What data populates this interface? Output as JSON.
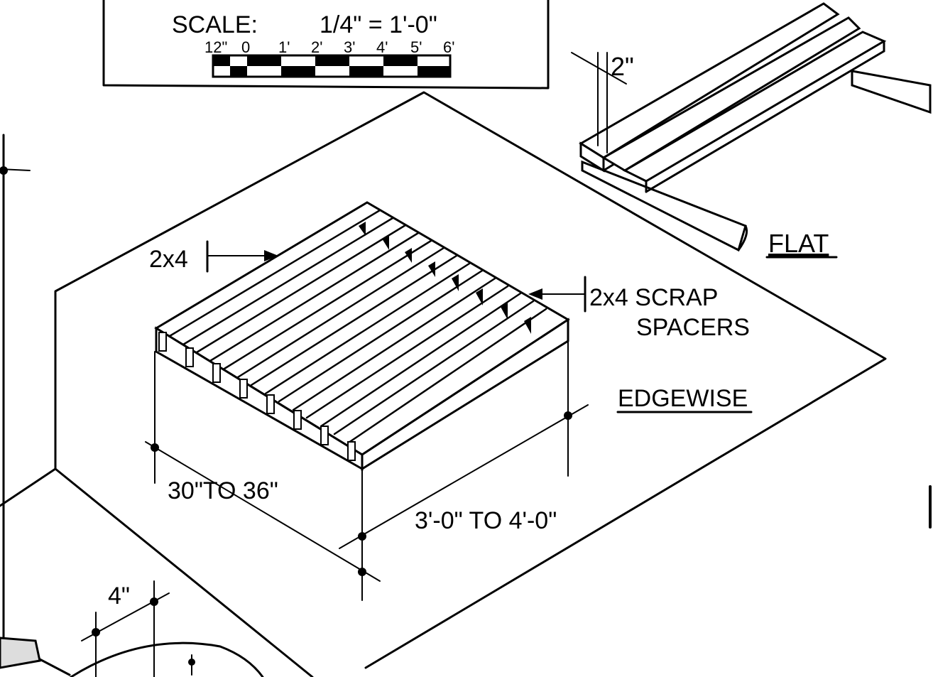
{
  "scale_box": {
    "title": "SCALE:",
    "ratio": "1/4\" = 1'-0\"",
    "ticks": [
      "12\"",
      "0",
      "1'",
      "2'",
      "3'",
      "4'",
      "5'",
      "6'"
    ]
  },
  "flat_detail": {
    "label": "FLAT",
    "dimension": "2\""
  },
  "edgewise_detail": {
    "label": "EDGEWISE",
    "member_label": "2x4",
    "spacer_label_line1": "2x4 SCRAP",
    "spacer_label_line2": "SPACERS",
    "width_dim": "30\"TO 36\"",
    "length_dim": "3'-0\" TO 4'-0\""
  },
  "lower_detail": {
    "dimension": "4\""
  }
}
